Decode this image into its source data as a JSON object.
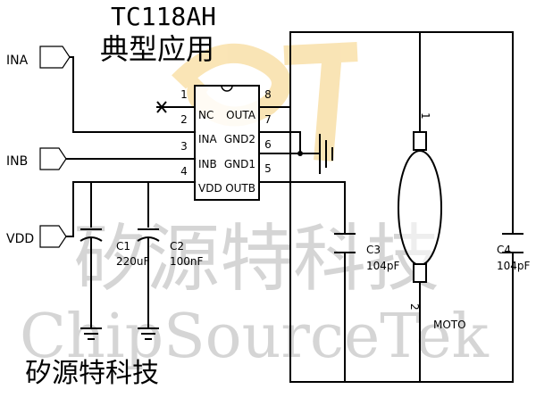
{
  "title": "TC118AH",
  "subtitle": "典型应用",
  "footer_text": "矽源特科技",
  "watermark": {
    "cn": "矽源特科技",
    "en": "ChipSourceTek"
  },
  "ports": {
    "ina": "INA",
    "inb": "INB",
    "vdd": "VDD"
  },
  "chip": {
    "pins_left": [
      {
        "num": "1",
        "name": "NC"
      },
      {
        "num": "2",
        "name": "INA"
      },
      {
        "num": "3",
        "name": "INB"
      },
      {
        "num": "4",
        "name": "VDD"
      }
    ],
    "pins_right": [
      {
        "num": "8",
        "name": "OUTA"
      },
      {
        "num": "7",
        "name": "GND2"
      },
      {
        "num": "6",
        "name": "GND1"
      },
      {
        "num": "5",
        "name": "OUTB"
      }
    ]
  },
  "components": {
    "c1": {
      "ref": "C1",
      "value": "220uF"
    },
    "c2": {
      "ref": "C2",
      "value": "100nF"
    },
    "c3": {
      "ref": "C3",
      "value": "104pF"
    },
    "c4": {
      "ref": "C4",
      "value": "104pF"
    },
    "motor": {
      "label": "MOTO",
      "pin1": "1",
      "pin2": "2"
    }
  },
  "colors": {
    "logo": "#f5cf7a",
    "ink": "#000000",
    "watermark": "#c8c8c8"
  }
}
